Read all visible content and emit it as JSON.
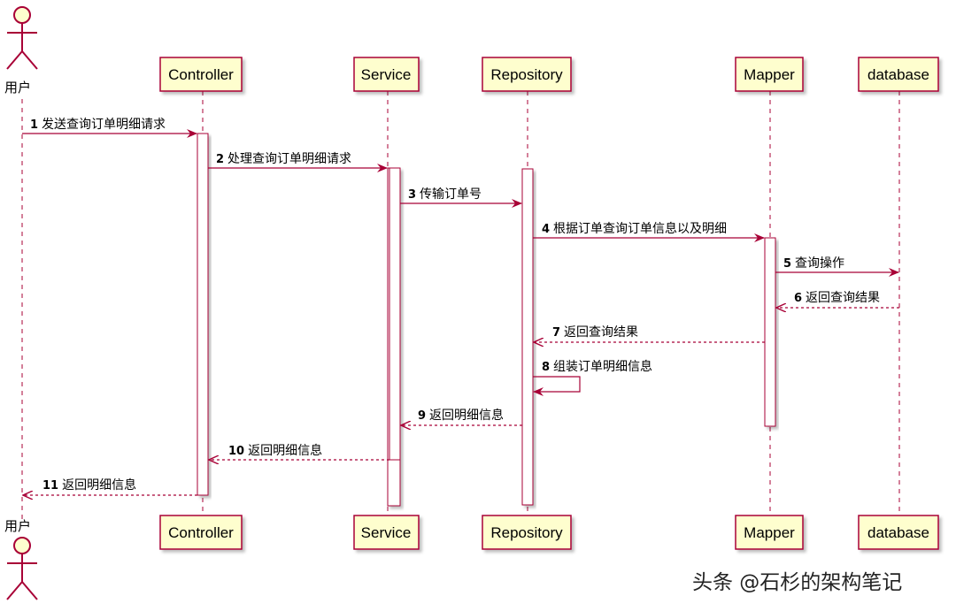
{
  "diagram": {
    "actor": {
      "name": "用户"
    },
    "participants": [
      {
        "id": "controller",
        "label": "Controller"
      },
      {
        "id": "service",
        "label": "Service"
      },
      {
        "id": "repository",
        "label": "Repository"
      },
      {
        "id": "mapper",
        "label": "Mapper"
      },
      {
        "id": "database",
        "label": "database"
      }
    ],
    "messages": [
      {
        "num": "1",
        "text": "发送查询订单明细请求",
        "from": "user",
        "to": "controller",
        "kind": "sync"
      },
      {
        "num": "2",
        "text": "处理查询订单明细请求",
        "from": "controller",
        "to": "service",
        "kind": "sync"
      },
      {
        "num": "3",
        "text": "传输订单号",
        "from": "service",
        "to": "repository",
        "kind": "sync"
      },
      {
        "num": "4",
        "text": "根据订单查询订单信息以及明细",
        "from": "repository",
        "to": "mapper",
        "kind": "sync"
      },
      {
        "num": "5",
        "text": "查询操作",
        "from": "mapper",
        "to": "database",
        "kind": "sync"
      },
      {
        "num": "6",
        "text": "返回查询结果",
        "from": "database",
        "to": "mapper",
        "kind": "return"
      },
      {
        "num": "7",
        "text": "返回查询结果",
        "from": "mapper",
        "to": "repository",
        "kind": "return"
      },
      {
        "num": "8",
        "text": "组装订单明细信息",
        "from": "repository",
        "to": "repository",
        "kind": "self"
      },
      {
        "num": "9",
        "text": "返回明细信息",
        "from": "repository",
        "to": "service",
        "kind": "return"
      },
      {
        "num": "10",
        "text": "返回明细信息",
        "from": "service",
        "to": "controller",
        "kind": "return"
      },
      {
        "num": "11",
        "text": "返回明细信息",
        "from": "controller",
        "to": "user",
        "kind": "return"
      }
    ]
  },
  "watermark": "头条 @石杉的架构笔记",
  "colors": {
    "box_fill": "#FEFECE",
    "box_border": "#A80036",
    "line": "#A80036",
    "text": "#000000"
  }
}
